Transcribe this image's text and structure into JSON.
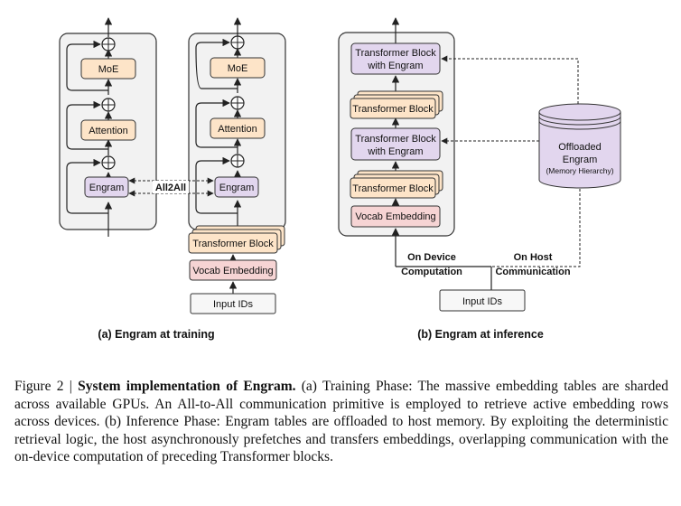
{
  "training": {
    "moe": "MoE",
    "attention": "Attention",
    "engram": "Engram",
    "all2all": "All2All",
    "transformer_block": "Transformer Block",
    "vocab_embedding": "Vocab Embedding",
    "input_ids": "Input IDs",
    "subtitle": "(a) Engram at training"
  },
  "inference": {
    "tb_engram_line1": "Transformer Block",
    "tb_engram_line2": "with Engram",
    "transformer_block": "Transformer Block",
    "vocab_embedding": "Vocab Embedding",
    "input_ids": "Input IDs",
    "offloaded_line1": "Offloaded",
    "offloaded_line2": "Engram",
    "offloaded_line3": "(Memory Hierarchy)",
    "on_device_line1": "On Device",
    "on_device_line2": "Computation",
    "on_host_line1": "On Host",
    "on_host_line2": "Communication",
    "subtitle": "(b) Engram at inference"
  },
  "caption": {
    "prefix": "Figure 2 | ",
    "title": "System implementation of Engram.",
    "body": " (a) Training Phase: The massive embedding tables are sharded across available GPUs. An All-to-All communication primitive is employed to retrieve active embedding rows across devices. (b) Inference Phase: Engram tables are offloaded to host memory. By exploiting the deterministic retrieval logic, the host asynchronously prefetches and transfers embeddings, overlapping communication with the on-device computation of preceding Transformer blocks."
  },
  "colors": {
    "panel": "#f2f2f2",
    "moe_attention": "#fde4c8",
    "engram": "#e2d6ee",
    "vocab": "#f6d4d4",
    "input": "#f7f7f7",
    "stroke": "#333333"
  }
}
